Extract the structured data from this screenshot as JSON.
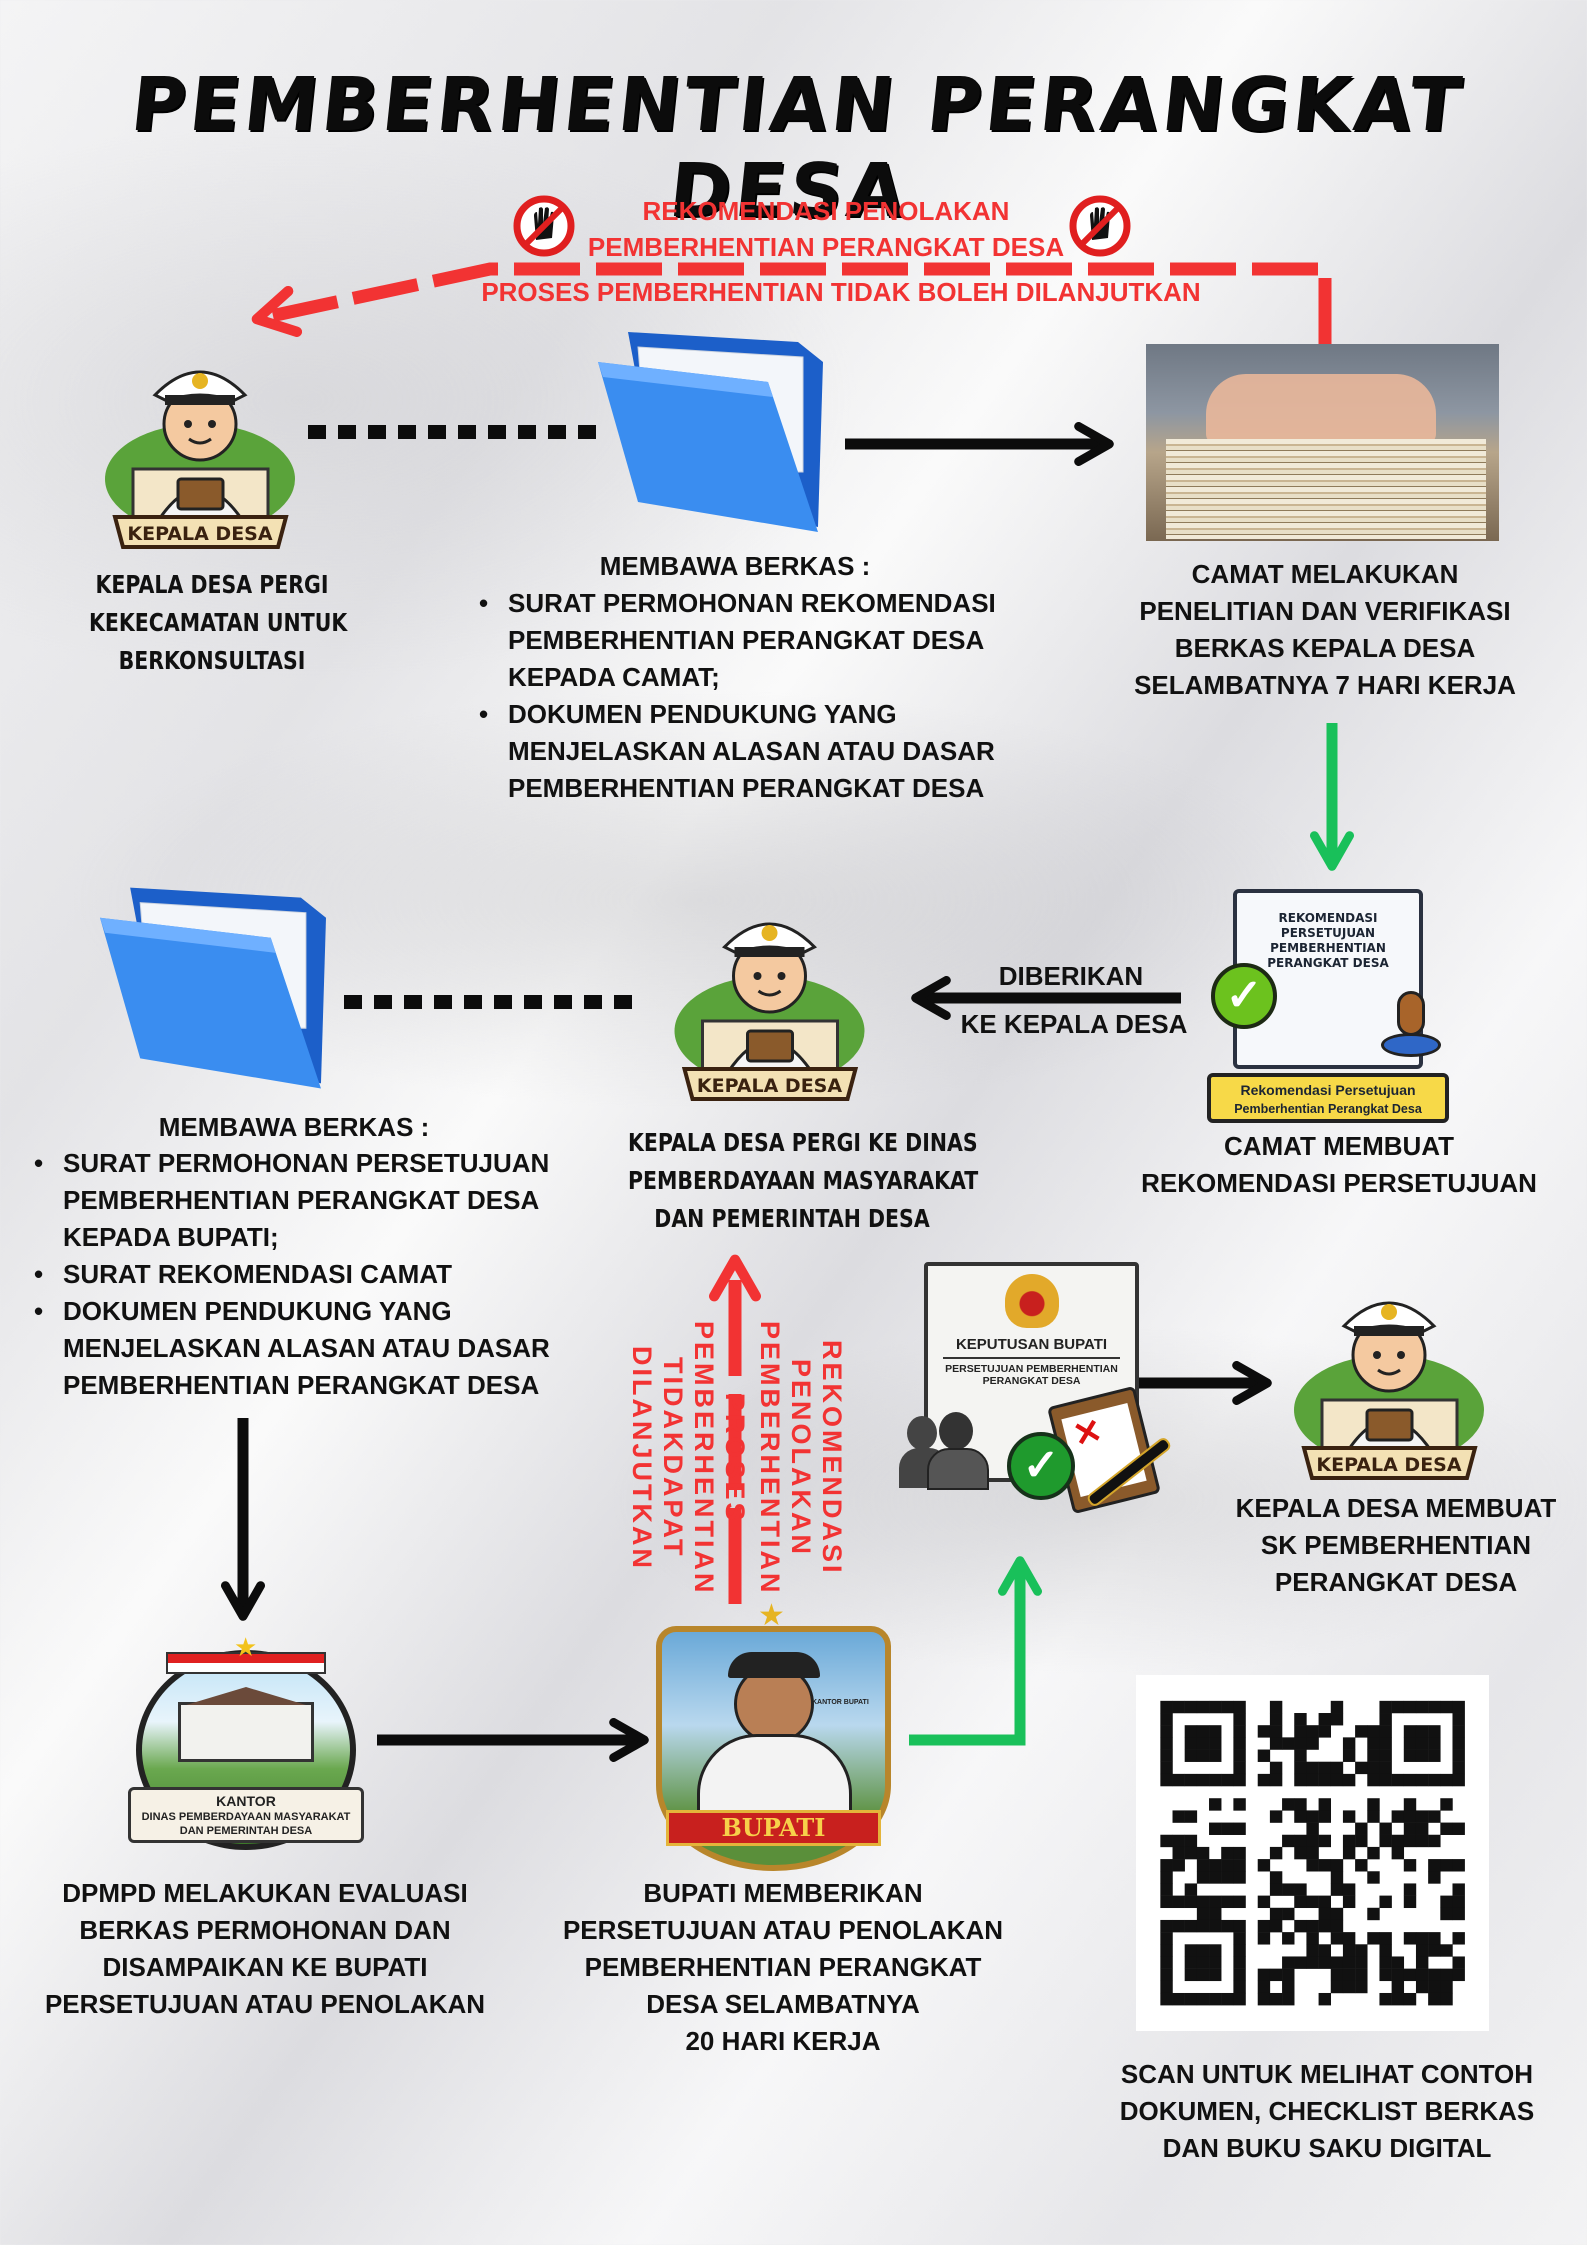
{
  "title": "PEMBERHENTIAN PERANGKAT DESA",
  "rejection_top": {
    "line1": "REKOMENDASI PENOLAKAN",
    "line2": "PEMBERHENTIAN PERANGKAT DESA",
    "line3": "PROSES PEMBERHENTIAN TIDAK BOLEH DILANJUTKAN",
    "icon": "stop-hand-icon"
  },
  "step1": {
    "badge": "KEPALA DESA",
    "caption": [
      "KEPALA DESA PERGI",
      "KEKECAMATAN UNTUK",
      "BERKONSULTASI"
    ]
  },
  "berkas1": {
    "title": "MEMBAWA BERKAS :",
    "items": [
      [
        "SURAT PERMOHONAN REKOMENDASI",
        "PEMBERHENTIAN PERANGKAT DESA",
        "KEPADA CAMAT;"
      ],
      [
        "DOKUMEN PENDUKUNG YANG",
        "MENJELASKAN ALASAN ATAU DASAR",
        "PEMBERHENTIAN PERANGKAT DESA"
      ]
    ]
  },
  "camat_verify": {
    "caption": [
      "CAMAT MELAKUKAN",
      "PENELITIAN DAN VERIFIKASI",
      "BERKAS KEPALA DESA",
      "SELAMBATNYA 7 HARI KERJA"
    ]
  },
  "rekomendasi_doc": {
    "doc_title": [
      "REKOMENDASI",
      "PERSETUJUAN",
      "PEMBERHENTIAN",
      "PERANGKAT DESA"
    ],
    "label": [
      "Rekomendasi Persetujuan",
      "Pemberhentian Perangkat Desa"
    ]
  },
  "camat_make": {
    "caption": [
      "CAMAT MEMBUAT",
      "REKOMENDASI PERSETUJUAN"
    ]
  },
  "diberikan": {
    "line1": "DIBERIKAN",
    "line2": "KE KEPALA DESA"
  },
  "step2": {
    "badge": "KEPALA DESA",
    "caption": [
      "KEPALA DESA PERGI KE DINAS",
      "PEMBERDAYAAN MASYARAKAT",
      "DAN PEMERINTAH DESA"
    ]
  },
  "berkas2": {
    "title": "MEMBAWA BERKAS :",
    "items": [
      [
        "SURAT PERMOHONAN PERSETUJUAN",
        "PEMBERHENTIAN PERANGKAT DESA",
        "KEPADA BUPATI;"
      ],
      [
        "SURAT REKOMENDASI CAMAT"
      ],
      [
        "DOKUMEN PENDUKUNG YANG",
        "MENJELASKAN ALASAN ATAU DASAR",
        "PEMBERHENTIAN PERANGKAT DESA"
      ]
    ]
  },
  "dpmpd": {
    "logo_text": [
      "KANTOR",
      "DINAS PEMBERDAYAAN MASYARAKAT",
      "DAN PEMERINTAH DESA"
    ],
    "caption": [
      "DPMPD MELAKUKAN EVALUASI",
      "BERKAS PERMOHONAN DAN",
      "DISAMPAIKAN KE BUPATI",
      "PERSETUJUAN ATAU PENOLAKAN"
    ]
  },
  "bupati": {
    "badge_small": "KANTOR BUPATI",
    "badge": "BUPATI",
    "caption": [
      "BUPATI MEMBERIKAN",
      "PERSETUJUAN ATAU PENOLAKAN",
      "PEMBERHENTIAN PERANGKAT",
      "DESA SELAMBATNYA",
      "20 HARI KERJA"
    ]
  },
  "rejection_vertical": {
    "right": [
      "REKOMENDASI",
      "PENOLAKAN",
      "PEMBERHENTIAN"
    ],
    "left": [
      "PROSES",
      "PEMBERHENTIAN",
      "TIDAKDAPAT",
      "DILANJUTKAN"
    ]
  },
  "keputusan_doc": {
    "title": "KEPUTUSAN BUPATI",
    "subtitle": [
      "PERSETUJUAN PEMBERHENTIAN",
      "PERANGKAT DESA"
    ]
  },
  "step3": {
    "badge": "KEPALA DESA",
    "caption": [
      "KEPALA DESA MEMBUAT",
      "SK PEMBERHENTIAN",
      "PERANGKAT DESA"
    ]
  },
  "qr": {
    "caption": [
      "SCAN UNTUK MELIHAT CONTOH",
      "DOKUMEN, CHECKLIST BERKAS",
      "DAN BUKU SAKU DIGITAL"
    ]
  },
  "colors": {
    "red": "#f23333",
    "green": "#19c05a",
    "black": "#0c0c0c",
    "folder": "#2f7fe8"
  }
}
